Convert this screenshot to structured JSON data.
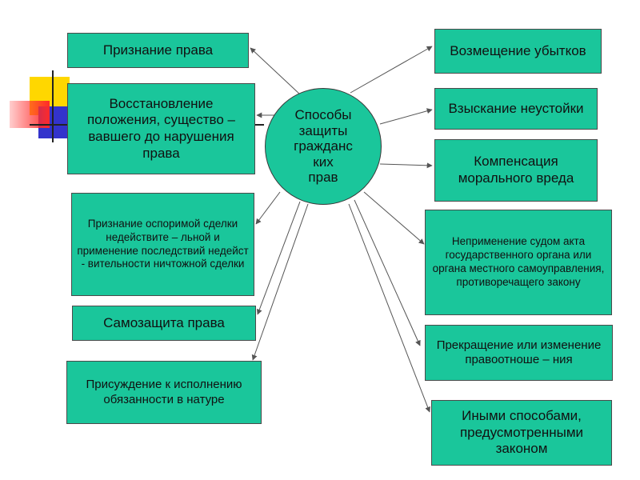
{
  "center": {
    "label": "Способы\nзащиты\nгражданс\nких\nправ"
  },
  "left": [
    {
      "id": "recognition",
      "label": "Признание права"
    },
    {
      "id": "restoration",
      "label": "Восстановление положения, существо – вавшего до нарушения права"
    },
    {
      "id": "invalidity",
      "label": "Признание оспоримой сделки недействите – льной и применение последствий недейст - вительности ничтожной сделки"
    },
    {
      "id": "self-defense",
      "label": "Самозащита права"
    },
    {
      "id": "specific-performance",
      "label": "Присуждение к исполнению обязанности в натуре"
    }
  ],
  "right": [
    {
      "id": "damages",
      "label": "Возмещение убытков"
    },
    {
      "id": "penalty",
      "label": "Взыскание неустойки"
    },
    {
      "id": "moral-damage",
      "label": "Компенсация морального вреда"
    },
    {
      "id": "non-application",
      "label": "Неприменение судом акта государственного органа или органа местного самоуправления, противоречащего закону"
    },
    {
      "id": "termination",
      "label": "Прекращение или изменение правоотноше – ния"
    },
    {
      "id": "other",
      "label": "Иными способами, предусмотренными законом"
    }
  ],
  "colors": {
    "node_fill": "#1ac69b",
    "arrow": "#555555",
    "deco_yellow": "#ffd700",
    "deco_red": "#ff2a2a",
    "deco_blue": "#3333cc"
  }
}
